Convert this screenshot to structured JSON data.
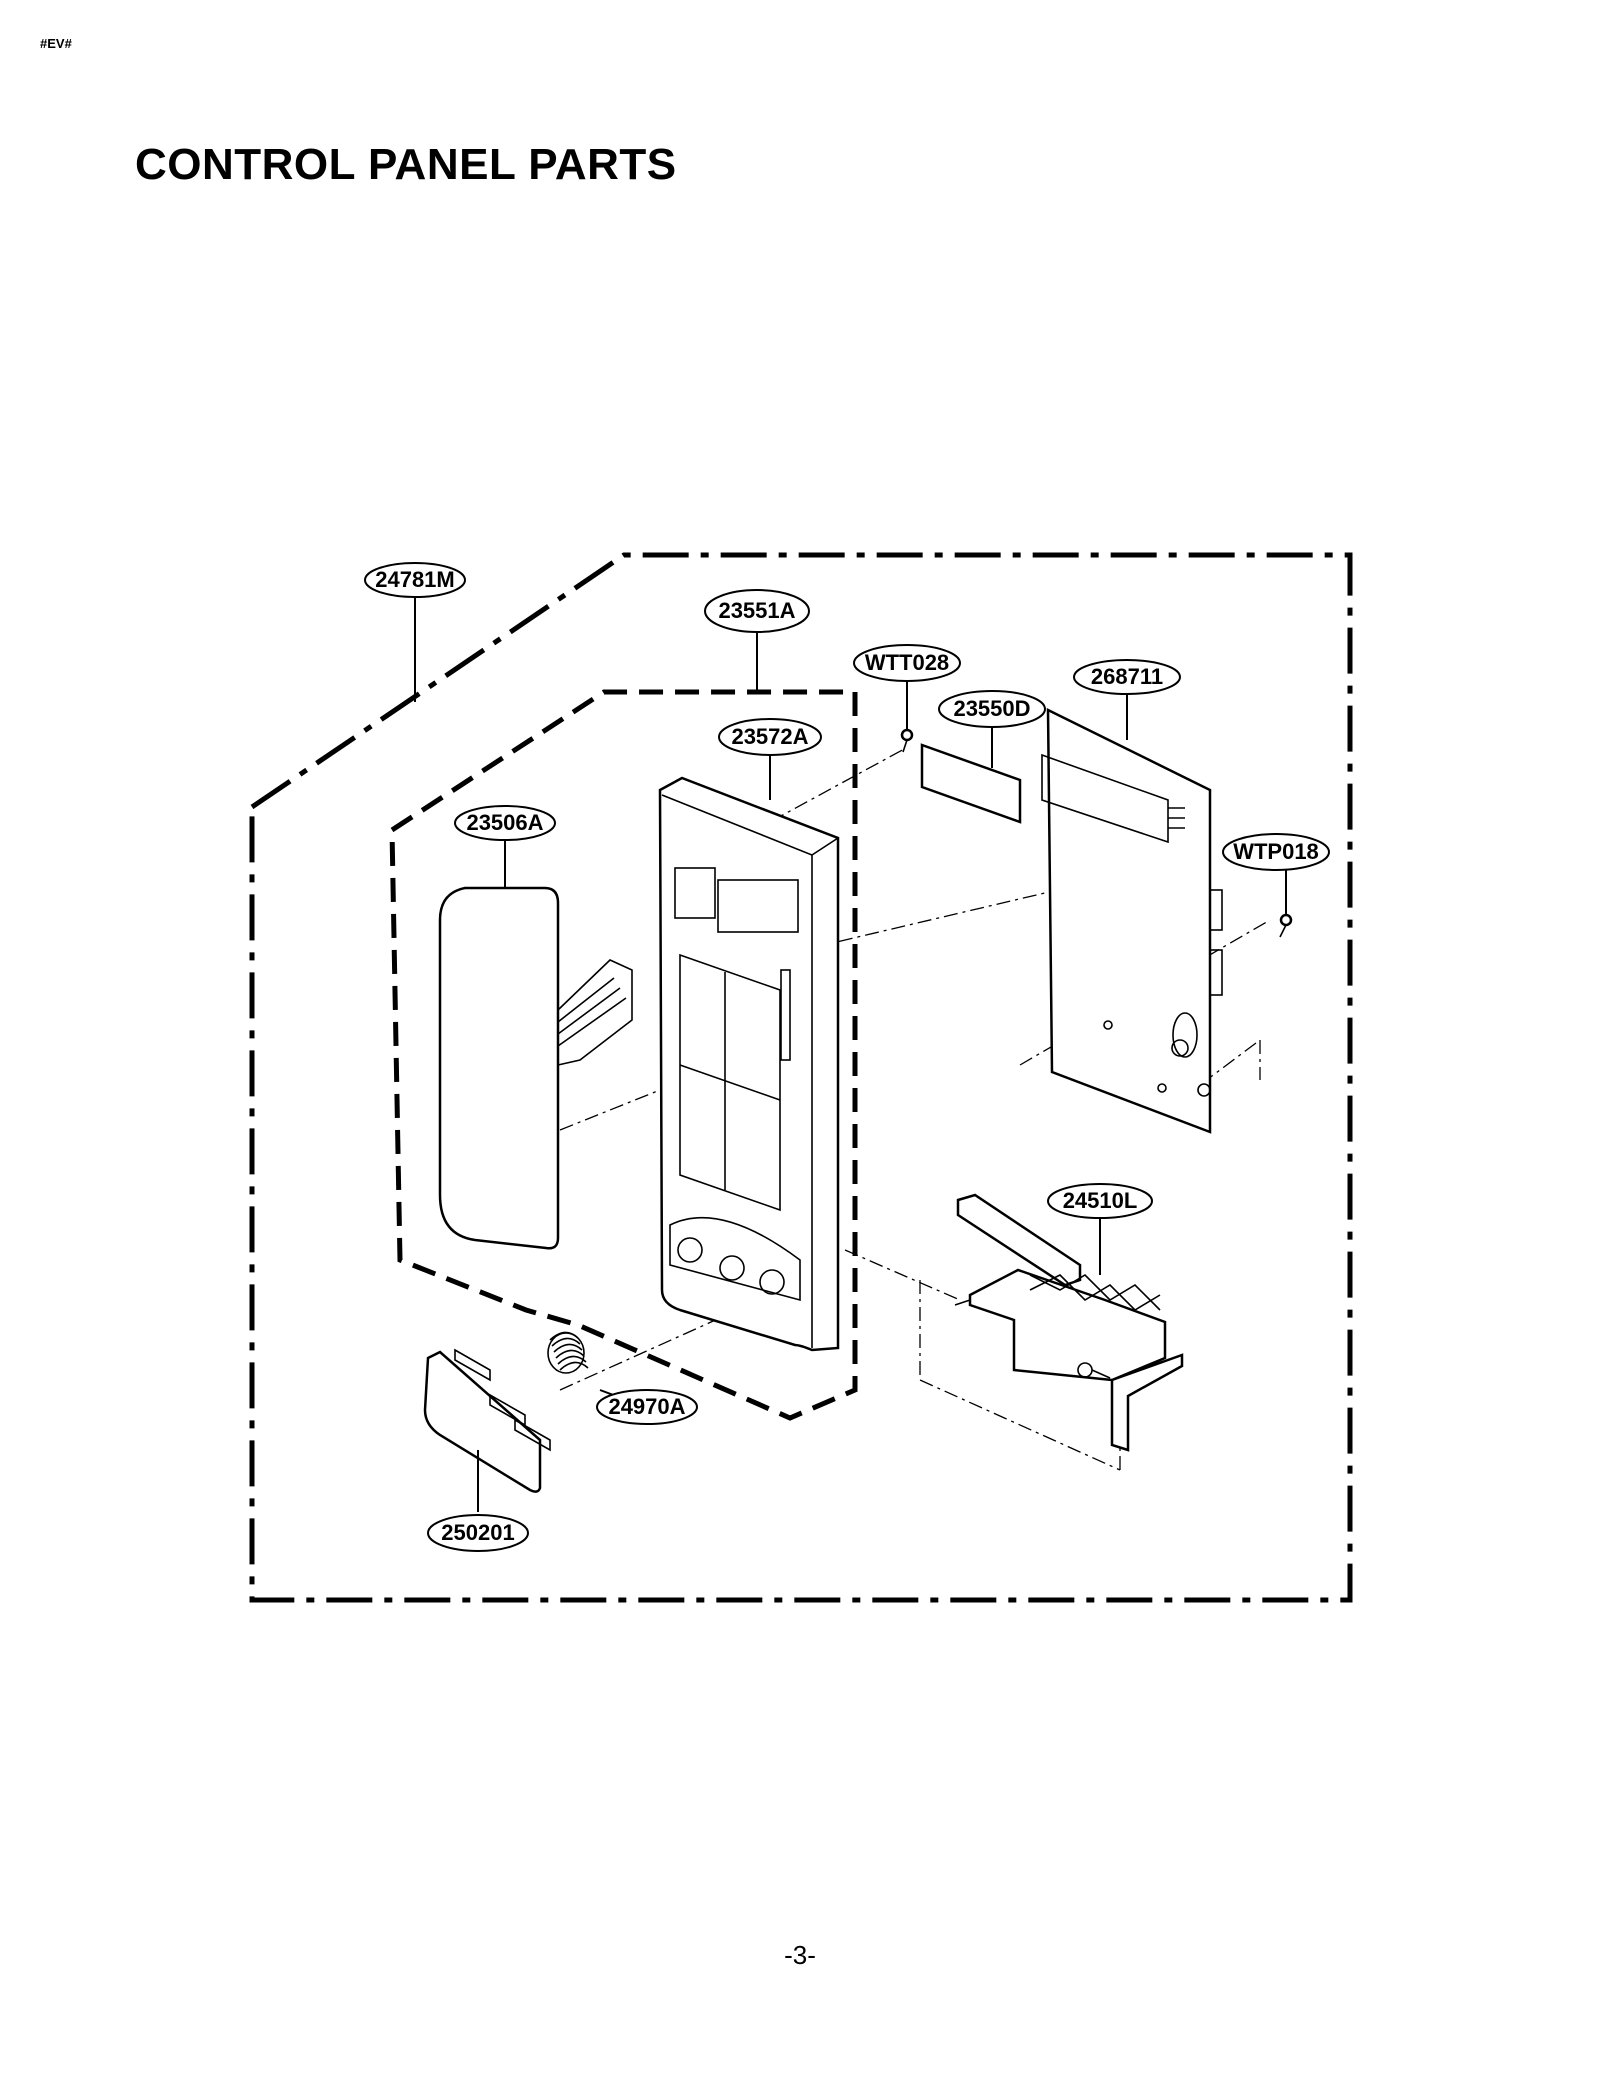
{
  "header": {
    "code": "#EV#"
  },
  "title": "CONTROL PANEL PARTS",
  "page_number": "-3-",
  "parts": {
    "p24781M": "24781M",
    "p23551A": "23551A",
    "pWTT028": "WTT028",
    "p268711": "268711",
    "p23550D": "23550D",
    "p23572A": "23572A",
    "p23506A": "23506A",
    "pWTP018": "WTP018",
    "p24510L": "24510L",
    "p24970A": "24970A",
    "p250201": "250201"
  }
}
